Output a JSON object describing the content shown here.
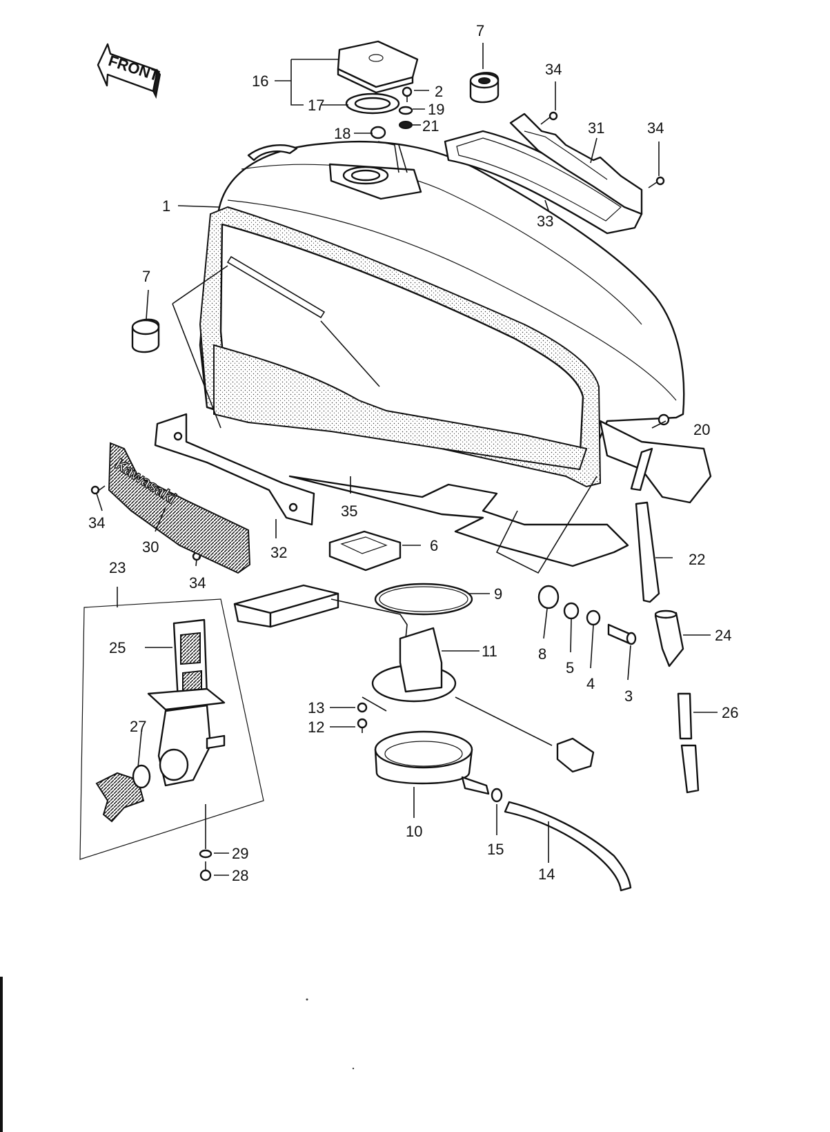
{
  "front_label": "FRONT",
  "brand_emblem": "Kawasaki",
  "callouts": {
    "c1": "1",
    "c2": "2",
    "c3": "3",
    "c4": "4",
    "c5": "5",
    "c6": "6",
    "c7a": "7",
    "c7b": "7",
    "c8": "8",
    "c9": "9",
    "c10": "10",
    "c11": "11",
    "c12": "12",
    "c13": "13",
    "c14": "14",
    "c15": "15",
    "c16": "16",
    "c17": "17",
    "c18": "18",
    "c19": "19",
    "c20": "20",
    "c21": "21",
    "c22": "22",
    "c23": "23",
    "c24": "24",
    "c25": "25",
    "c26": "26",
    "c27": "27",
    "c28": "28",
    "c29": "29",
    "c30": "30",
    "c31": "31",
    "c32": "32",
    "c33": "33",
    "c34a": "34",
    "c34b": "34",
    "c34c": "34",
    "c34d": "34",
    "c35": "35"
  }
}
